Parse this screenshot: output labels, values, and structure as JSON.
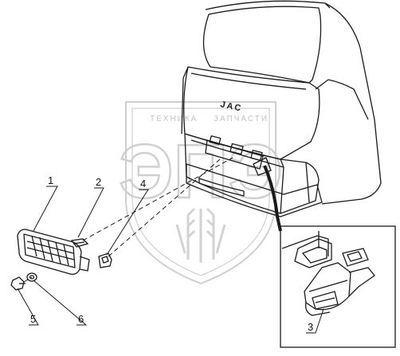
{
  "diagram": {
    "brand_text": "JAC",
    "watermark": {
      "line_left": "ТЕХНИКА",
      "line_right": "ЗАПЧАСТИ",
      "logo": "ЭПЭ"
    },
    "callouts": [
      {
        "id": "1",
        "label": "1"
      },
      {
        "id": "2",
        "label": "2"
      },
      {
        "id": "3",
        "label": "3"
      },
      {
        "id": "4",
        "label": "4"
      },
      {
        "id": "5",
        "label": "5"
      },
      {
        "id": "6",
        "label": "6"
      }
    ],
    "colors": {
      "line": "#1a1a1a",
      "watermark": "#c9c9c9",
      "background": "#ffffff"
    }
  }
}
